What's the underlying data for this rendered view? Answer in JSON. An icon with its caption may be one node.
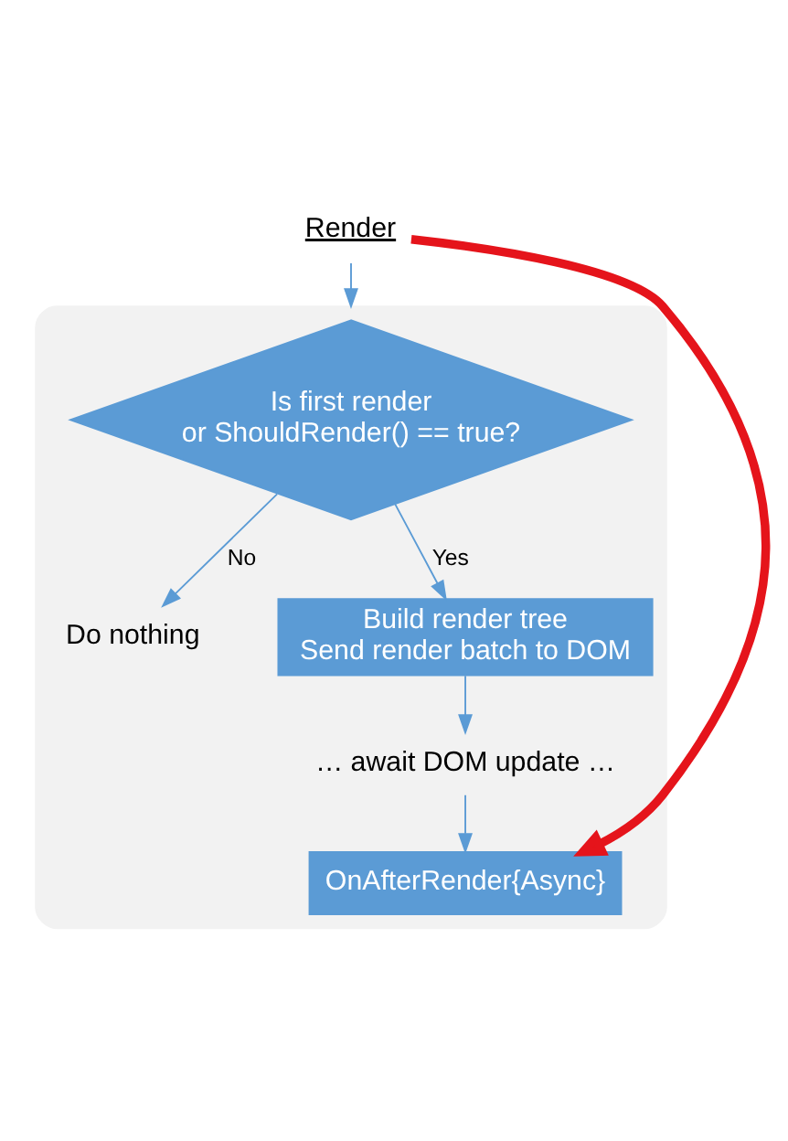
{
  "diagram": {
    "nodes": [
      {
        "text": [
          "Render"
        ]
      },
      {
        "text": [],
        "shape": "box"
      },
      {
        "text": [
          "Is first render or ShouldRender() == true?"
        ],
        "in": 1
      },
      {
        "text": [
          "Do nothing"
        ],
        "in": 1
      },
      {
        "text": [
          "Build render tree Send render batch to DOM"
        ],
        "in": 1
      },
      {
        "text": [
          "… await DOM update …"
        ],
        "in": 1
      },
      {
        "text": [
          "OnAfterRender{Async}"
        ],
        "in": 1
      }
    ],
    "edges": [
      {
        "from": 0,
        "to": 1,
        "arrow": "to"
      },
      {
        "from": 2,
        "to": 3,
        "arrow": "to",
        "label": "No"
      },
      {
        "from": 2,
        "to": 4,
        "arrow": "to",
        "label": "Yes"
      },
      {
        "from": 4,
        "to": 5,
        "arrow": "to"
      },
      {
        "from": 5,
        "to": 6,
        "arrow": "to"
      },
      {
        "from": 0,
        "to": 6,
        "arrow": "to",
        "style": "thick",
        "color": "#e5141b"
      }
    ]
  }
}
